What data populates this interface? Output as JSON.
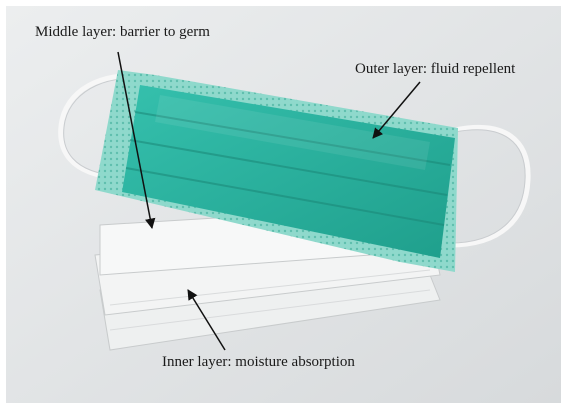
{
  "labels": {
    "middle": "Middle layer: barrier to germ",
    "outer": "Outer layer: fluid repellent",
    "inner": "Inner layer: moisture absorption"
  },
  "colors": {
    "background": "#e3e5e6",
    "mask_teal": "#2bb3a0",
    "mask_teal_dark": "#1f9a88",
    "mask_border": "#7fd3c4",
    "paper_layer": "#f4f5f5",
    "ear_loop": "#f7f7f7",
    "arrow": "#111111"
  }
}
